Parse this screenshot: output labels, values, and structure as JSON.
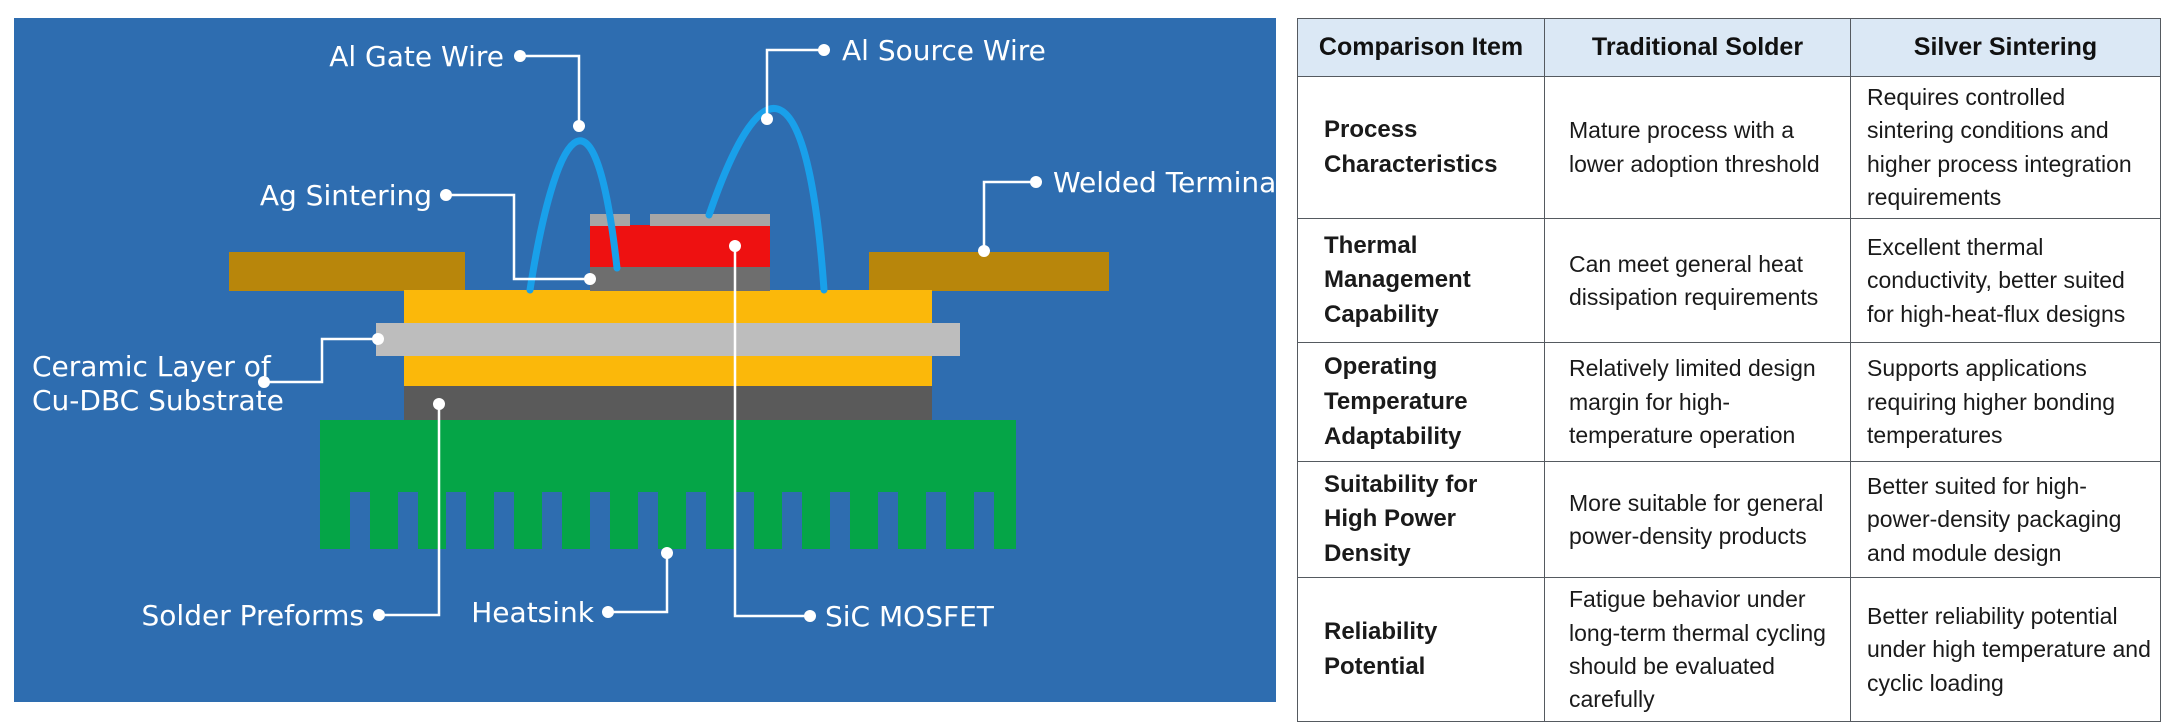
{
  "diagram": {
    "callouts": {
      "gate_wire": "Al Gate Wire",
      "source_wire": "Al Source Wire",
      "ag_sintering": "Ag Sintering",
      "welded_terminal": "Welded Terminal",
      "ceramic_line1": "Ceramic Layer of",
      "ceramic_line2": "Cu-DBC Substrate",
      "solder_preforms": "Solder Preforms",
      "heatsink": "Heatsink",
      "sic_mosfet": "SiC MOSFET"
    },
    "colors": {
      "background": "#2e6db0",
      "terminal": "#b8860b",
      "copper_layer": "#fbb80a",
      "ceramic": "#bdbdbd",
      "solder_preform": "#5a5a5a",
      "heatsink": "#05a547",
      "chip": "#ee1111",
      "chip_base": "#6e6e6e",
      "bond_wire": "#19a0ea",
      "pads": "#a6a6a6",
      "leader_lines": "#ffffff"
    }
  },
  "table": {
    "headers": [
      "Comparison Item",
      "Traditional Solder",
      "Silver Sintering"
    ],
    "rows": [
      {
        "item": "Process Characteristics",
        "traditional": "Mature process with a lower adoption threshold",
        "silver": "Requires controlled sintering conditions and higher process integration requirements"
      },
      {
        "item": "Thermal Management Capability",
        "traditional": "Can meet general heat dissipation requirements",
        "silver": "Excellent thermal conductivity, better suited for high-heat-flux designs"
      },
      {
        "item": "Operating Temperature Adaptability",
        "traditional": "Relatively limited design margin for high-temperature operation",
        "silver": "Supports applications requiring higher bonding temperatures"
      },
      {
        "item": "Suitability for High Power Density",
        "traditional": "More suitable for general power-density products",
        "silver": "Better suited for high-power-density packaging and module design"
      },
      {
        "item": "Reliability Potential",
        "traditional": "Fatigue behavior under long-term thermal cycling should be evaluated carefully",
        "silver": "Better reliability potential under high temperature and cyclic loading"
      }
    ]
  }
}
